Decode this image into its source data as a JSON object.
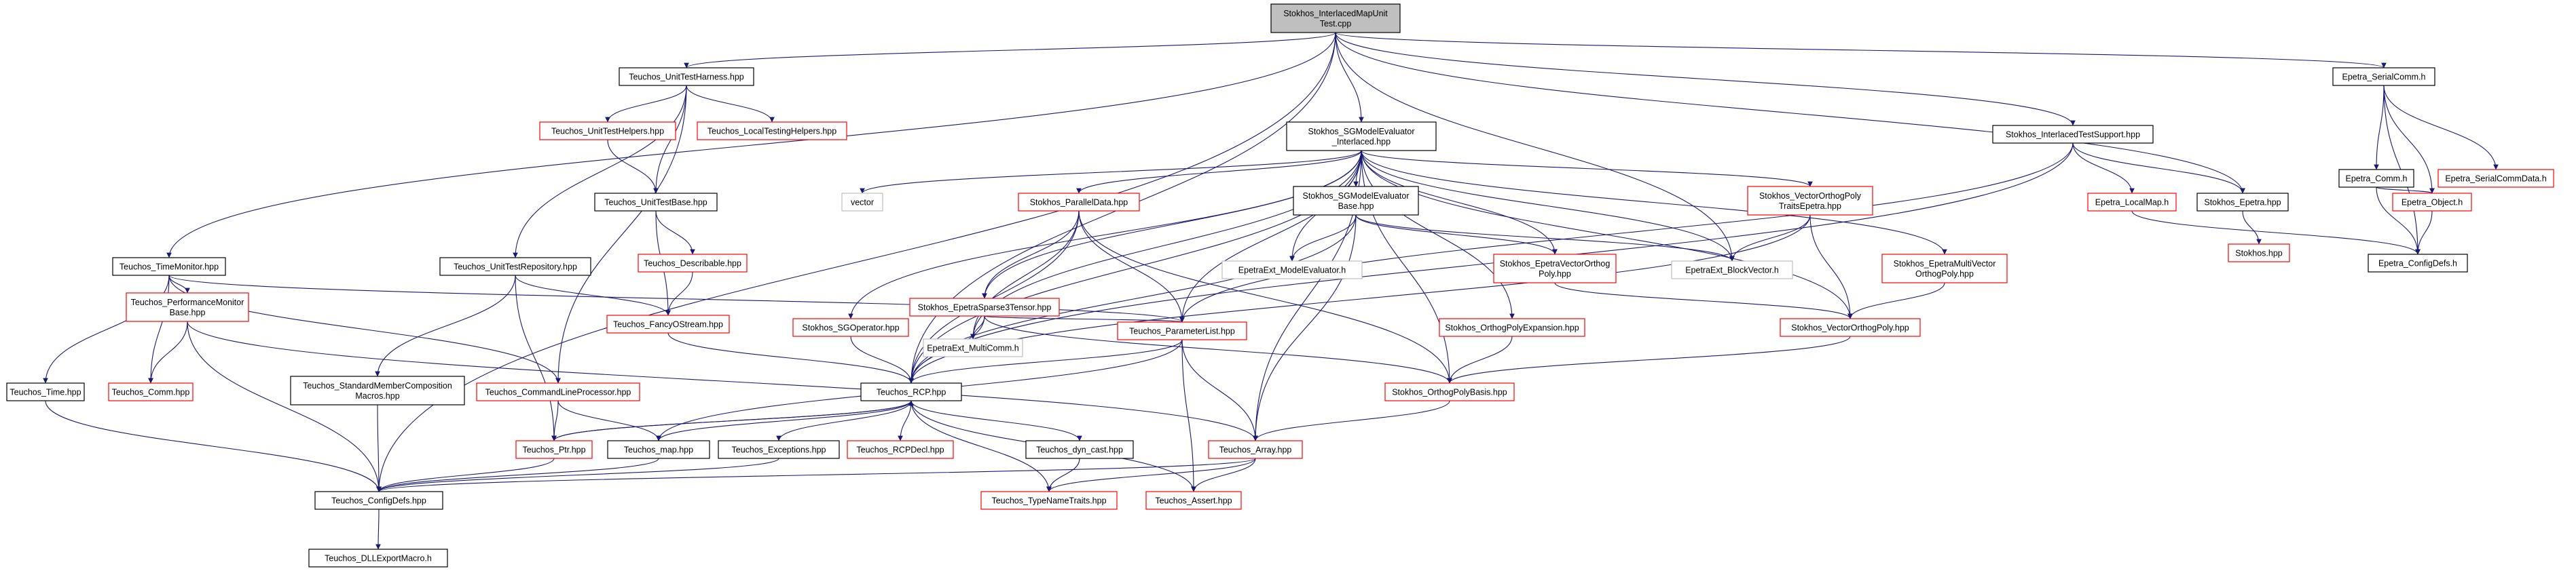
{
  "colors": {
    "edge": "#191970",
    "default_border": "#000000",
    "missing_doc_border": "#ff0000",
    "external_border": "#bfbfbf",
    "root_fill": "#bfbfbf",
    "text": "#000000"
  },
  "nodes": [
    {
      "id": "root",
      "lines": [
        "Stokhos_InterlacedMapUnit",
        "Test.cpp"
      ],
      "kind": "root"
    },
    {
      "id": "uth",
      "lines": [
        "Teuchos_UnitTestHarness.hpp"
      ],
      "kind": "normal"
    },
    {
      "id": "mei",
      "lines": [
        "Stokhos_SGModelEvaluator",
        "_Interlaced.hpp"
      ],
      "kind": "normal"
    },
    {
      "id": "its",
      "lines": [
        "Stokhos_InterlacedTestSupport.hpp"
      ],
      "kind": "normal"
    },
    {
      "id": "esc",
      "lines": [
        "Epetra_SerialComm.h"
      ],
      "kind": "normal"
    },
    {
      "id": "uthelp",
      "lines": [
        "Teuchos_UnitTestHelpers.hpp"
      ],
      "kind": "missing"
    },
    {
      "id": "lth",
      "lines": [
        "Teuchos_LocalTestingHelpers.hpp"
      ],
      "kind": "missing"
    },
    {
      "id": "utb",
      "lines": [
        "Teuchos_UnitTestBase.hpp"
      ],
      "kind": "normal"
    },
    {
      "id": "vector",
      "lines": [
        "vector"
      ],
      "kind": "external"
    },
    {
      "id": "pd",
      "lines": [
        "Stokhos_ParallelData.hpp"
      ],
      "kind": "missing"
    },
    {
      "id": "meib",
      "lines": [
        "Stokhos_SGModelEvaluator",
        "Base.hpp"
      ],
      "kind": "normal"
    },
    {
      "id": "vope",
      "lines": [
        "Stokhos_VectorOrthogPoly",
        "TraitsEpetra.hpp"
      ],
      "kind": "missing"
    },
    {
      "id": "elm",
      "lines": [
        "Epetra_LocalMap.h"
      ],
      "kind": "missing"
    },
    {
      "id": "se",
      "lines": [
        "Stokhos_Epetra.hpp"
      ],
      "kind": "normal"
    },
    {
      "id": "ec",
      "lines": [
        "Epetra_Comm.h"
      ],
      "kind": "normal"
    },
    {
      "id": "escd",
      "lines": [
        "Epetra_SerialCommData.h"
      ],
      "kind": "missing"
    },
    {
      "id": "eo",
      "lines": [
        "Epetra_Object.h"
      ],
      "kind": "missing"
    },
    {
      "id": "stokhos",
      "lines": [
        "Stokhos.hpp"
      ],
      "kind": "missing"
    },
    {
      "id": "ecd",
      "lines": [
        "Epetra_ConfigDefs.h"
      ],
      "kind": "normal"
    },
    {
      "id": "desc",
      "lines": [
        "Teuchos_Describable.hpp"
      ],
      "kind": "missing"
    },
    {
      "id": "utr",
      "lines": [
        "Teuchos_UnitTestRepository.hpp"
      ],
      "kind": "normal"
    },
    {
      "id": "tm",
      "lines": [
        "Teuchos_TimeMonitor.hpp"
      ],
      "kind": "normal"
    },
    {
      "id": "eme",
      "lines": [
        "EpetraExt_ModelEvaluator.h"
      ],
      "kind": "external"
    },
    {
      "id": "evop",
      "lines": [
        "Stokhos_EpetraVectorOrthog",
        "Poly.hpp"
      ],
      "kind": "missing"
    },
    {
      "id": "ebv",
      "lines": [
        "EpetraExt_BlockVector.h"
      ],
      "kind": "external"
    },
    {
      "id": "emvop",
      "lines": [
        "Stokhos_EpetraMultiVector",
        "OrthogPoly.hpp"
      ],
      "kind": "missing"
    },
    {
      "id": "pmb",
      "lines": [
        "Teuchos_PerformanceMonitor",
        "Base.hpp"
      ],
      "kind": "missing"
    },
    {
      "id": "fos",
      "lines": [
        "Teuchos_FancyOStream.hpp"
      ],
      "kind": "missing"
    },
    {
      "id": "ess",
      "lines": [
        "Stokhos_EpetraSparse3Tensor.hpp"
      ],
      "kind": "missing"
    },
    {
      "id": "sgop",
      "lines": [
        "Stokhos_SGOperator.hpp"
      ],
      "kind": "missing"
    },
    {
      "id": "emc",
      "lines": [
        "EpetraExt_MultiComm.h"
      ],
      "kind": "external"
    },
    {
      "id": "pl",
      "lines": [
        "Teuchos_ParameterList.hpp"
      ],
      "kind": "missing"
    },
    {
      "id": "ope",
      "lines": [
        "Stokhos_OrthogPolyExpansion.hpp"
      ],
      "kind": "missing"
    },
    {
      "id": "vop",
      "lines": [
        "Stokhos_VectorOrthogPoly.hpp"
      ],
      "kind": "missing"
    },
    {
      "id": "time",
      "lines": [
        "Teuchos_Time.hpp"
      ],
      "kind": "normal"
    },
    {
      "id": "comm",
      "lines": [
        "Teuchos_Comm.hpp"
      ],
      "kind": "missing"
    },
    {
      "id": "smc",
      "lines": [
        "Teuchos_StandardMemberComposition",
        "Macros.hpp"
      ],
      "kind": "normal"
    },
    {
      "id": "clp",
      "lines": [
        "Teuchos_CommandLineProcessor.hpp"
      ],
      "kind": "missing"
    },
    {
      "id": "rcp",
      "lines": [
        "Teuchos_RCP.hpp"
      ],
      "kind": "normal"
    },
    {
      "id": "opb",
      "lines": [
        "Stokhos_OrthogPolyBasis.hpp"
      ],
      "kind": "missing"
    },
    {
      "id": "ptr",
      "lines": [
        "Teuchos_Ptr.hpp"
      ],
      "kind": "missing"
    },
    {
      "id": "map",
      "lines": [
        "Teuchos_map.hpp"
      ],
      "kind": "normal"
    },
    {
      "id": "exc",
      "lines": [
        "Teuchos_Exceptions.hpp"
      ],
      "kind": "normal"
    },
    {
      "id": "rcpd",
      "lines": [
        "Teuchos_RCPDecl.hpp"
      ],
      "kind": "missing"
    },
    {
      "id": "dyn",
      "lines": [
        "Teuchos_dyn_cast.hpp"
      ],
      "kind": "normal"
    },
    {
      "id": "arr",
      "lines": [
        "Teuchos_Array.hpp"
      ],
      "kind": "missing"
    },
    {
      "id": "tcd",
      "lines": [
        "Teuchos_ConfigDefs.hpp"
      ],
      "kind": "normal"
    },
    {
      "id": "tnt",
      "lines": [
        "Teuchos_TypeNameTraits.hpp"
      ],
      "kind": "missing"
    },
    {
      "id": "assert",
      "lines": [
        "Teuchos_Assert.hpp"
      ],
      "kind": "missing"
    },
    {
      "id": "dll",
      "lines": [
        "Teuchos_DLLExportMacro.h"
      ],
      "kind": "normal"
    }
  ],
  "edges": [
    [
      "root",
      "uth"
    ],
    [
      "root",
      "mei"
    ],
    [
      "root",
      "its"
    ],
    [
      "root",
      "esc"
    ],
    [
      "root",
      "tm"
    ],
    [
      "root",
      "tcd"
    ],
    [
      "root",
      "se"
    ],
    [
      "root",
      "ebv"
    ],
    [
      "root",
      "rcp"
    ],
    [
      "uth",
      "uthelp"
    ],
    [
      "uth",
      "lth"
    ],
    [
      "uth",
      "utb"
    ],
    [
      "uth",
      "utr"
    ],
    [
      "uth",
      "clp"
    ],
    [
      "uthelp",
      "utb"
    ],
    [
      "utb",
      "desc"
    ],
    [
      "utb",
      "fos"
    ],
    [
      "desc",
      "fos"
    ],
    [
      "utr",
      "smc"
    ],
    [
      "utr",
      "fos"
    ],
    [
      "utr",
      "ptr"
    ],
    [
      "tm",
      "pl"
    ],
    [
      "tm",
      "pmb"
    ],
    [
      "tm",
      "time"
    ],
    [
      "tm",
      "comm"
    ],
    [
      "tm",
      "clp"
    ],
    [
      "pmb",
      "comm"
    ],
    [
      "pmb",
      "arr"
    ],
    [
      "pmb",
      "tcd"
    ],
    [
      "time",
      "tcd"
    ],
    [
      "smc",
      "tcd"
    ],
    [
      "clp",
      "ptr"
    ],
    [
      "clp",
      "map"
    ],
    [
      "fos",
      "rcp"
    ],
    [
      "mei",
      "vector"
    ],
    [
      "mei",
      "pd"
    ],
    [
      "mei",
      "meib"
    ],
    [
      "mei",
      "vope"
    ],
    [
      "mei",
      "eme"
    ],
    [
      "mei",
      "evop"
    ],
    [
      "mei",
      "ebv"
    ],
    [
      "mei",
      "emvop"
    ],
    [
      "mei",
      "ess"
    ],
    [
      "mei",
      "sgop"
    ],
    [
      "mei",
      "emc"
    ],
    [
      "mei",
      "pl"
    ],
    [
      "mei",
      "ope"
    ],
    [
      "mei",
      "vop"
    ],
    [
      "mei",
      "rcp"
    ],
    [
      "mei",
      "arr"
    ],
    [
      "mei",
      "opb"
    ],
    [
      "pd",
      "ess"
    ],
    [
      "pd",
      "emc"
    ],
    [
      "pd",
      "pl"
    ],
    [
      "pd",
      "rcp"
    ],
    [
      "pd",
      "opb"
    ],
    [
      "meib",
      "eme"
    ],
    [
      "meib",
      "evop"
    ],
    [
      "meib",
      "ebv"
    ],
    [
      "meib",
      "rcp"
    ],
    [
      "meib",
      "arr"
    ],
    [
      "vope",
      "ebv"
    ],
    [
      "vope",
      "vop"
    ],
    [
      "vope",
      "rcp"
    ],
    [
      "evop",
      "vop"
    ],
    [
      "emvop",
      "vop"
    ],
    [
      "ess",
      "emc"
    ],
    [
      "ess",
      "pl"
    ],
    [
      "ess",
      "rcp"
    ],
    [
      "ess",
      "opb"
    ],
    [
      "sgop",
      "rcp"
    ],
    [
      "ope",
      "opb"
    ],
    [
      "vop",
      "opb"
    ],
    [
      "opb",
      "arr"
    ],
    [
      "its",
      "elm"
    ],
    [
      "its",
      "se"
    ],
    [
      "its",
      "rcp"
    ],
    [
      "its",
      "pl"
    ],
    [
      "esc",
      "ec"
    ],
    [
      "esc",
      "escd"
    ],
    [
      "esc",
      "eo"
    ],
    [
      "esc",
      "ecd"
    ],
    [
      "ec",
      "eo"
    ],
    [
      "ec",
      "ecd"
    ],
    [
      "eo",
      "ecd"
    ],
    [
      "elm",
      "ecd"
    ],
    [
      "se",
      "stokhos"
    ],
    [
      "pl",
      "rcp"
    ],
    [
      "pl",
      "arr"
    ],
    [
      "pl",
      "assert"
    ],
    [
      "pl",
      "map"
    ],
    [
      "rcp",
      "ptr"
    ],
    [
      "rcp",
      "map"
    ],
    [
      "rcp",
      "exc"
    ],
    [
      "rcp",
      "rcpd"
    ],
    [
      "rcp",
      "dyn"
    ],
    [
      "rcp",
      "tnt"
    ],
    [
      "rcp",
      "assert"
    ],
    [
      "ptr",
      "rcp"
    ],
    [
      "ptr",
      "tcd"
    ],
    [
      "map",
      "tcd"
    ],
    [
      "exc",
      "tcd"
    ],
    [
      "arr",
      "tcd"
    ],
    [
      "arr",
      "tnt"
    ],
    [
      "arr",
      "assert"
    ],
    [
      "dyn",
      "tnt"
    ],
    [
      "tcd",
      "dll"
    ]
  ]
}
